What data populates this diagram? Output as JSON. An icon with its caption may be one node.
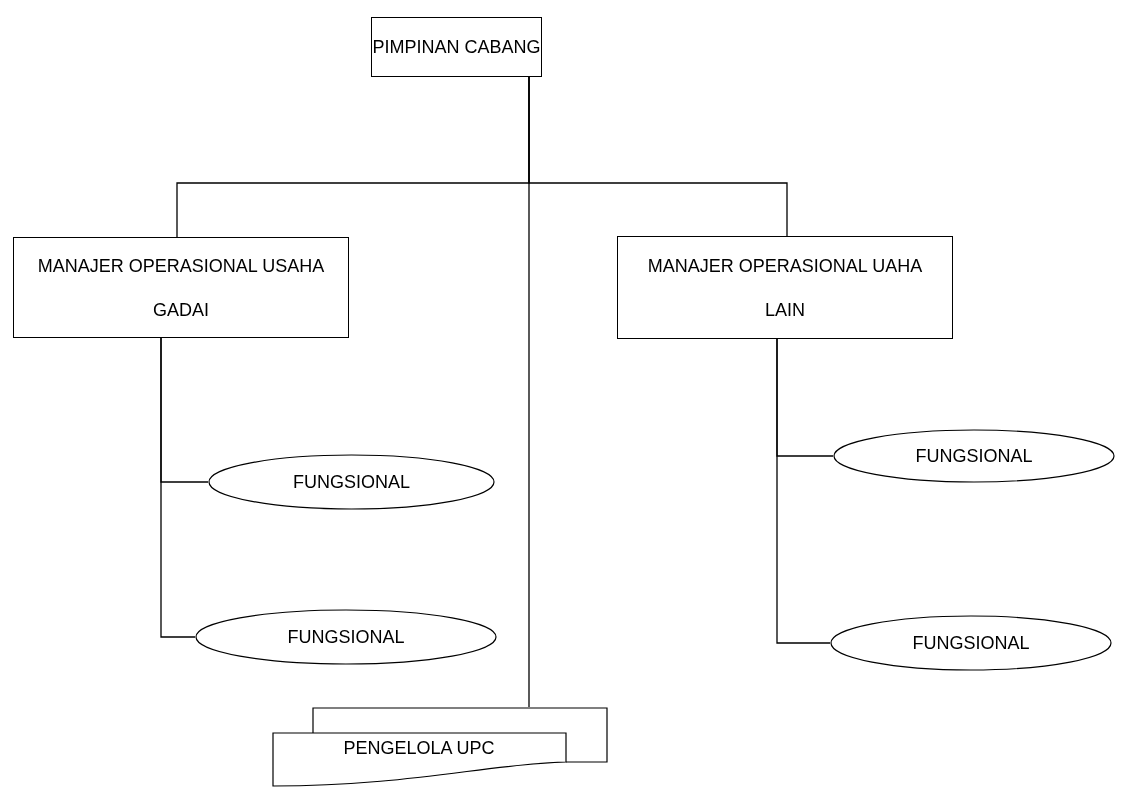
{
  "diagram": {
    "nodes": [
      {
        "text": [
          "PIMPINAN CABANG"
        ]
      },
      {
        "text": [
          "MANAJER OPERASIONAL USAHA GADAI"
        ]
      },
      {
        "text": [
          "MANAJER OPERASIONAL UAHA LAIN"
        ]
      },
      {
        "text": [
          "FUNGSIONAL"
        ]
      },
      {
        "text": [
          "FUNGSIONAL"
        ]
      },
      {
        "text": [
          "FUNGSIONAL"
        ]
      },
      {
        "text": [
          "FUNGSIONAL"
        ]
      },
      {
        "text": [
          "PENGELOLA UPC"
        ]
      }
    ],
    "edges": [
      {
        "from": 0,
        "to": 1,
        "arrow": "none"
      },
      {
        "from": 0,
        "to": 2,
        "arrow": "none"
      },
      {
        "from": 0,
        "to": 7,
        "arrow": "none"
      },
      {
        "from": 1,
        "to": 3,
        "arrow": "none"
      },
      {
        "from": 1,
        "to": 4,
        "arrow": "none"
      },
      {
        "from": 2,
        "to": 5,
        "arrow": "none"
      },
      {
        "from": 2,
        "to": 6,
        "arrow": "none"
      }
    ]
  }
}
